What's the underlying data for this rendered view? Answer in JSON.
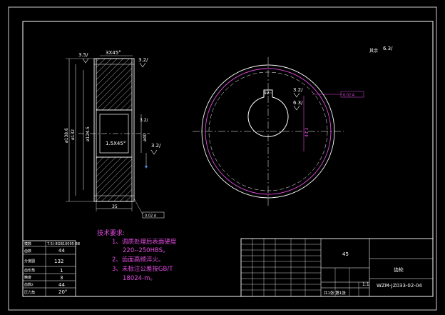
{
  "sheet": {
    "roughness_corner": "6.3/",
    "roughness_corner_prefix": "其余"
  },
  "front_view": {
    "chamfer_top": "3X45°",
    "rough_top_left": "3.5/",
    "rough_top_right": "3.2/",
    "rough_hub": "3.2/",
    "rough_bore": "3.2/",
    "chamfer_bore": "1.5X45°",
    "dim_outer": "ø138.6",
    "dim_pitch": "ø132",
    "dim_root": "ø124.5",
    "dim_bore": "ø40",
    "dim_width": "35",
    "tolerance_ref": "0.02 A",
    "datum": "A"
  },
  "side_view": {
    "keyway_width": "12",
    "rough_key_top": "3.2/",
    "rough_key_side": "6.3/",
    "dim_key_depth": "43.3",
    "tolerance_ref": "0.02 A"
  },
  "requirements": {
    "title": "技术要求:",
    "lines": [
      "1、调质处理后表面硬度",
      "220--250HBS。",
      "2、齿面高频淬火。",
      "3、未标注公差按GB/T",
      "18024-m。"
    ]
  },
  "param_table": {
    "rows": [
      [
        "模数",
        "7.5/-8GB10095-88"
      ],
      [
        "齿数",
        "44"
      ],
      [
        "分度圆",
        "132"
      ],
      [
        "齿形角",
        "1"
      ],
      [
        "精度",
        "3"
      ],
      [
        "齿数z",
        "44"
      ],
      [
        "压力角",
        "20°"
      ]
    ]
  },
  "title_block": {
    "material": "45",
    "part_name": "齿轮",
    "drawing_no": "WZM-JZ033-02-04",
    "scale": "1:1",
    "sheet_info": "共1张 第1张"
  }
}
